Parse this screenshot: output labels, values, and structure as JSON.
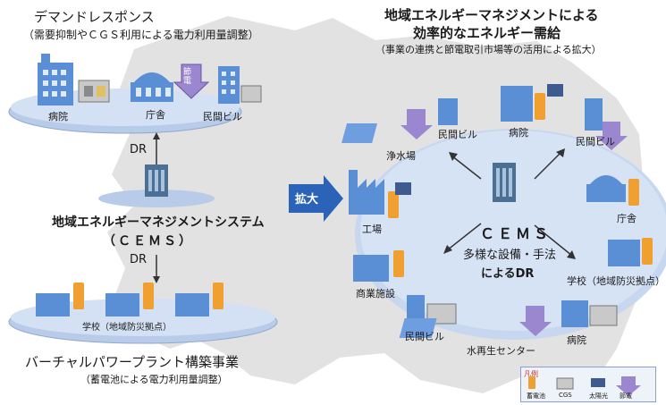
{
  "left": {
    "demand_response": {
      "title": "デマンドレスポンス",
      "subtitle": "（需要抑制やＣＧＳ利用による電力利用量調整）",
      "buildings": [
        "病院",
        "庁舎",
        "民間ビル"
      ]
    },
    "dr_label_top": "DR",
    "cems_system": {
      "line1": "地域エネルギーマネジメントシステム",
      "line2": "（ＣＥＭＳ）"
    },
    "dr_label_bottom": "DR",
    "vpp": {
      "building": "学校（地域防災拠点）",
      "title": "バーチャルパワープラント構築事業",
      "subtitle": "（蓄電池による電力利用量調整）"
    }
  },
  "expand_label": "拡大",
  "right": {
    "title_line1": "地域エネルギーマネジメントによる",
    "title_line2": "効率的なエネルギー需給",
    "subtitle": "（事業の連携と節電取引市場等の活用による拡大）",
    "center_title": "ＣＥＭＳ",
    "center_line1": "多様な設備・手法",
    "center_line2": "によるDR",
    "facilities": {
      "water_purification": "浄水場",
      "private_bldg_top": "民間ビル",
      "hospital_top": "病院",
      "private_bldg_right": "民間ビル",
      "factory": "工場",
      "government": "庁舎",
      "commercial": "商業施設",
      "school": "学校（地域防災拠点）",
      "private_bldg_bottom": "民間ビル",
      "water_recycling": "水再生センター",
      "hospital_bottom": "病院"
    }
  },
  "savings_label": "節電",
  "legend": {
    "title": "凡例",
    "items": [
      "蓄電池",
      "CGS",
      "太陽光",
      "節電"
    ]
  }
}
